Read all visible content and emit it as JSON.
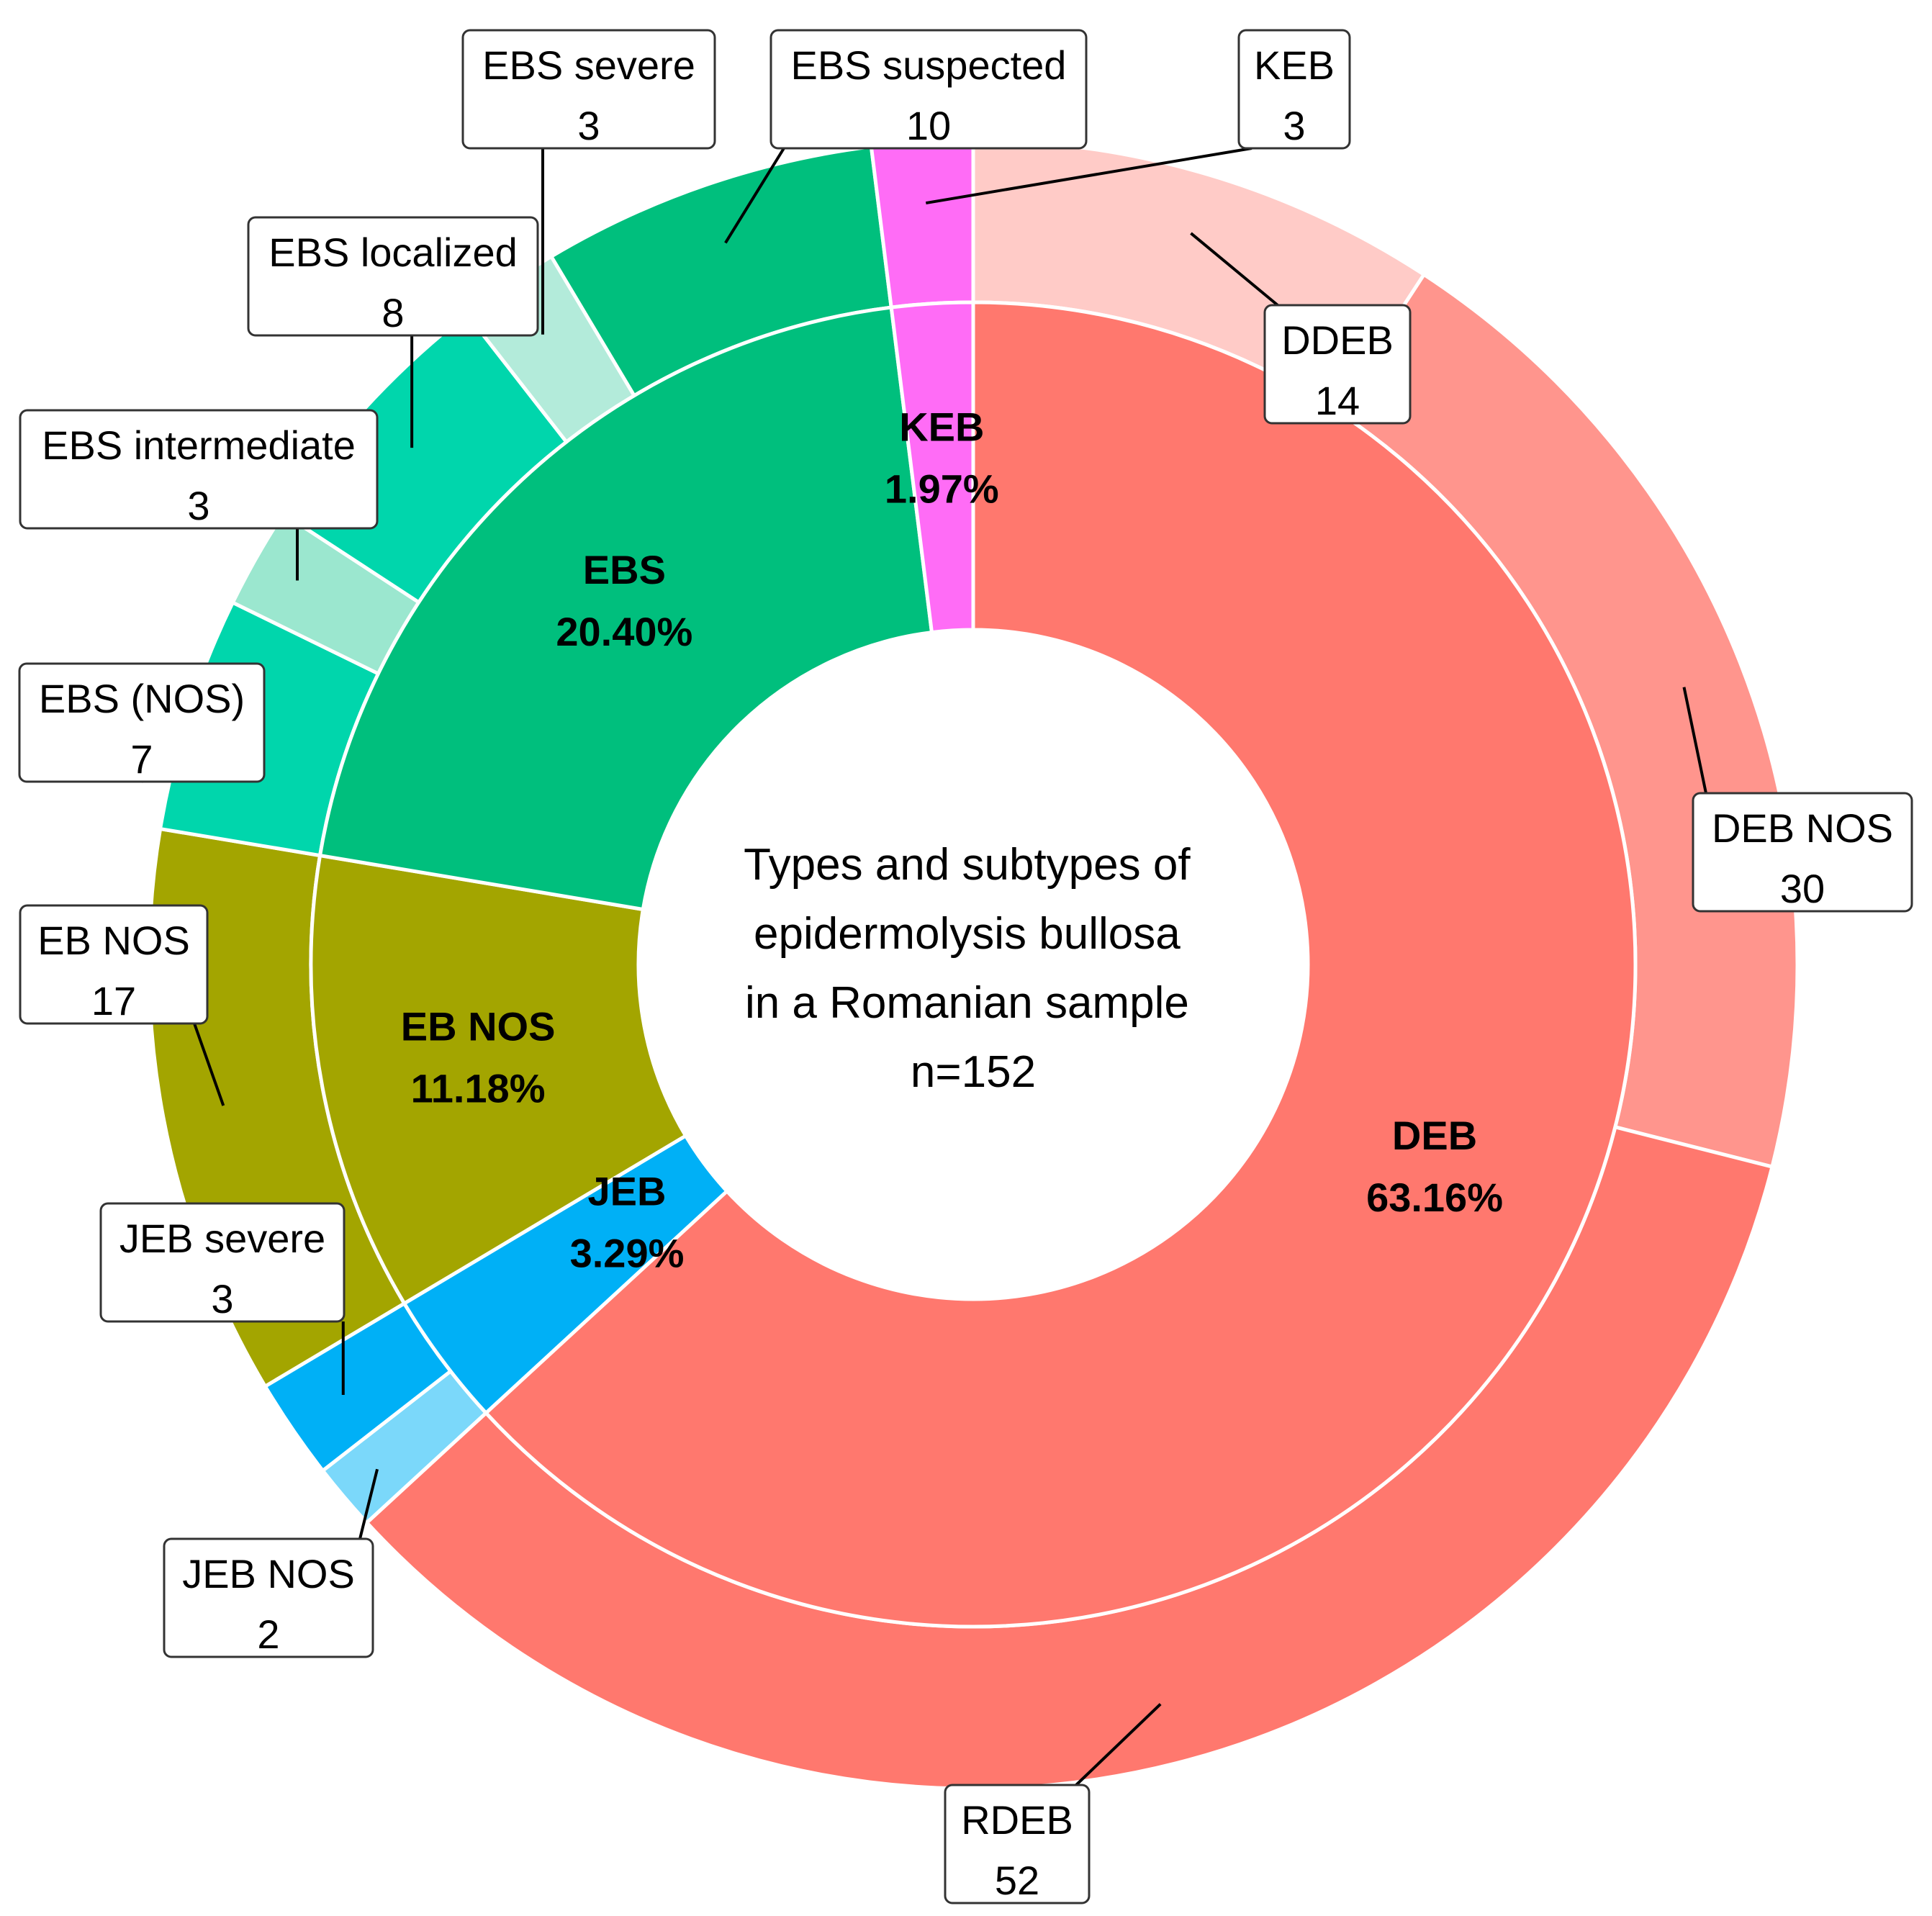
{
  "chart_data": {
    "type": "sunburst",
    "center": {
      "lines": [
        "Types and subtypes of",
        "epidermolysis bullosa",
        "in a Romanian sample",
        "n=152"
      ]
    },
    "total": 152,
    "inner_ring": [
      {
        "name": "DEB",
        "value": 96,
        "percent_label": "63.16%",
        "color": "#FF786E"
      },
      {
        "name": "JEB",
        "value": 5,
        "percent_label": "3.29%",
        "color": "#00B0F6"
      },
      {
        "name": "EB NOS",
        "value": 17,
        "percent_label": "11.18%",
        "color": "#A3A500"
      },
      {
        "name": "EBS",
        "value": 31,
        "percent_label": "20.40%",
        "color": "#00BF7D"
      },
      {
        "name": "KEB",
        "value": 3,
        "percent_label": "1.97%",
        "color": "#FF6CF6"
      }
    ],
    "outer_ring": [
      {
        "name": "DDEB",
        "value": 14,
        "parent": "DEB",
        "color": "#FFCBC7"
      },
      {
        "name": "DEB NOS",
        "value": 30,
        "parent": "DEB",
        "color": "#FF958D"
      },
      {
        "name": "RDEB",
        "value": 52,
        "parent": "DEB",
        "color": "#FF786E"
      },
      {
        "name": "JEB NOS",
        "value": 2,
        "parent": "JEB",
        "color": "#7BD8FA"
      },
      {
        "name": "JEB severe",
        "value": 3,
        "parent": "JEB",
        "color": "#00B0F6"
      },
      {
        "name": "EB NOS",
        "value": 17,
        "parent": "EB NOS",
        "color": "#A3A500"
      },
      {
        "name": "EBS (NOS)",
        "value": 7,
        "parent": "EBS",
        "color": "#00D6AC"
      },
      {
        "name": "EBS intermediate",
        "value": 3,
        "parent": "EBS",
        "color": "#9BE7CF"
      },
      {
        "name": "EBS localized",
        "value": 8,
        "parent": "EBS",
        "color": "#00D6AC"
      },
      {
        "name": "EBS severe",
        "value": 3,
        "parent": "EBS",
        "color": "#B3EBDA"
      },
      {
        "name": "EBS suspected",
        "value": 10,
        "parent": "EBS",
        "color": "#00BF7D"
      },
      {
        "name": "KEB",
        "value": 3,
        "parent": "KEB",
        "color": "#FF6CF6"
      }
    ],
    "legend": "none"
  }
}
